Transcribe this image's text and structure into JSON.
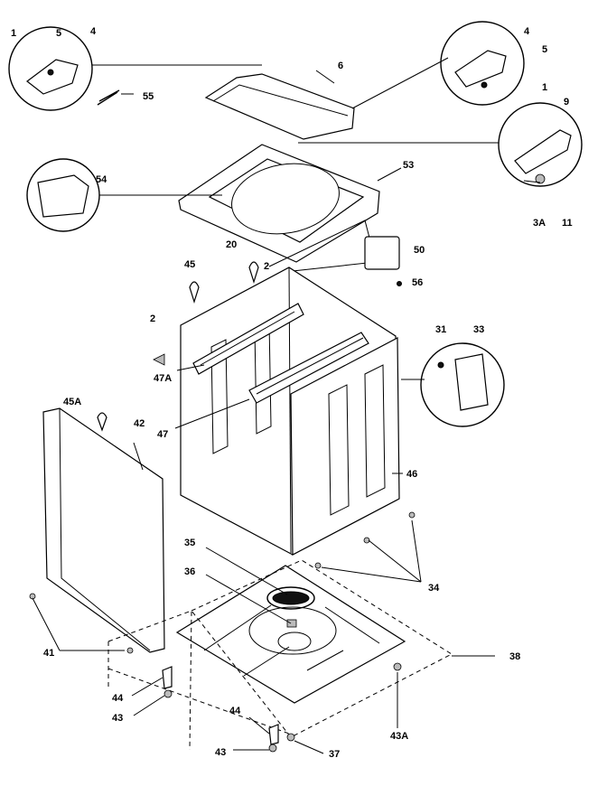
{
  "diagram": {
    "callouts": {
      "c1_tl": "1",
      "c5_tl": "5",
      "c4_tl": "4",
      "c55": "55",
      "c6": "6",
      "c4_tr": "4",
      "c5_tr": "5",
      "c1_tr": "1",
      "c9": "9",
      "c3A": "3A",
      "c11": "11",
      "c54": "54",
      "c53": "53",
      "c50": "50",
      "c56": "56",
      "c20": "20",
      "c45": "45",
      "c2_top": "2",
      "c2_left": "2",
      "c47A": "47A",
      "c47": "47",
      "c31": "31",
      "c33": "33",
      "c45A": "45A",
      "c42": "42",
      "c46": "46",
      "c34": "34",
      "c35": "35",
      "c36": "36",
      "c38": "38",
      "c41": "41",
      "c44_l": "44",
      "c43_l": "43",
      "c44_b": "44",
      "c43_b": "43",
      "c37": "37",
      "c43A": "43A"
    }
  }
}
